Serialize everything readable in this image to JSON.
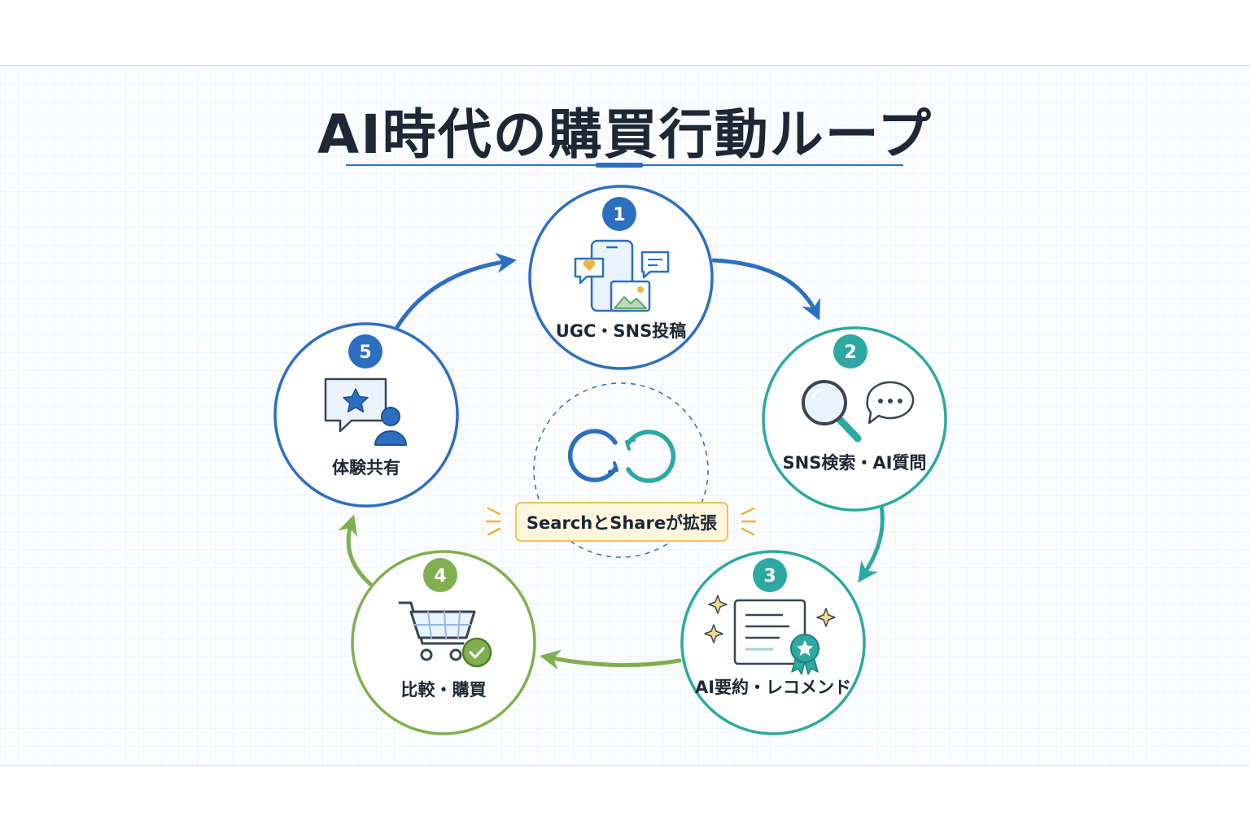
{
  "title": "AI時代の購買行動ループ",
  "colors": {
    "blue": "#2c6fc1",
    "teal": "#2ba9a2",
    "green": "#7fb04f",
    "text": "#1d2735",
    "badge_fill": "#fff6de",
    "badge_stroke": "#f2c25e"
  },
  "steps": [
    {
      "number": "1",
      "label": "UGC・SNS投稿",
      "icon": "phone-chat-image-icon"
    },
    {
      "number": "2",
      "label": "SNS検索・AI質問",
      "icon": "magnifier-speech-icon"
    },
    {
      "number": "3",
      "label": "AI要約・レコメンド",
      "icon": "document-award-icon"
    },
    {
      "number": "4",
      "label": "比較・購買",
      "icon": "shopping-cart-check-icon"
    },
    {
      "number": "5",
      "label": "体験共有",
      "icon": "star-review-user-icon"
    }
  ],
  "center": {
    "caption": "SearchとShareが拡張",
    "icon": "loop-arrows-icon"
  }
}
